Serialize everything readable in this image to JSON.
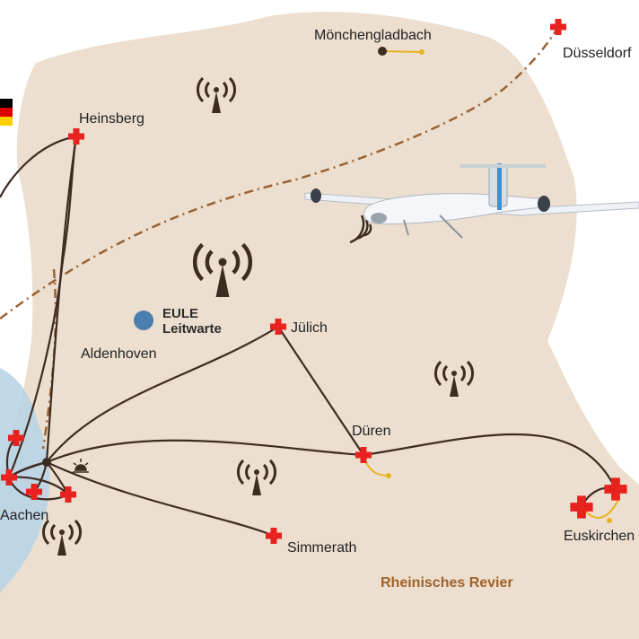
{
  "colors": {
    "land": "#ecdfcf",
    "water": "#b9d4e6",
    "route": "#3e2b22",
    "rail": "#9a6233",
    "hospital": "#e8231f",
    "airspace": "#e6b320",
    "control_center": "#4a7fb0"
  },
  "control_center": {
    "line1": "EULE",
    "line2": "Leitwarte",
    "icon": "control-center-dot-icon"
  },
  "region_label": "Rheinisches Revier",
  "cities": [
    {
      "id": "moenchengladbach",
      "name": "Mönchengladbach"
    },
    {
      "id": "duesseldorf",
      "name": "Düsseldorf"
    },
    {
      "id": "heinsberg",
      "name": "Heinsberg"
    },
    {
      "id": "juelich",
      "name": "Jülich"
    },
    {
      "id": "aldenhoven",
      "name": "Aldenhoven"
    },
    {
      "id": "dueren",
      "name": "Düren"
    },
    {
      "id": "aachen",
      "name": "Aachen"
    },
    {
      "id": "simmerath",
      "name": "Simmerath"
    },
    {
      "id": "euskirchen",
      "name": "Euskirchen"
    }
  ],
  "icons": {
    "hospital": "hospital-cross-icon",
    "radio": "radio-tower-icon",
    "drone": "vtol-drone-icon",
    "flag": "german-flag-icon",
    "beacon": "beacon-light-icon"
  }
}
